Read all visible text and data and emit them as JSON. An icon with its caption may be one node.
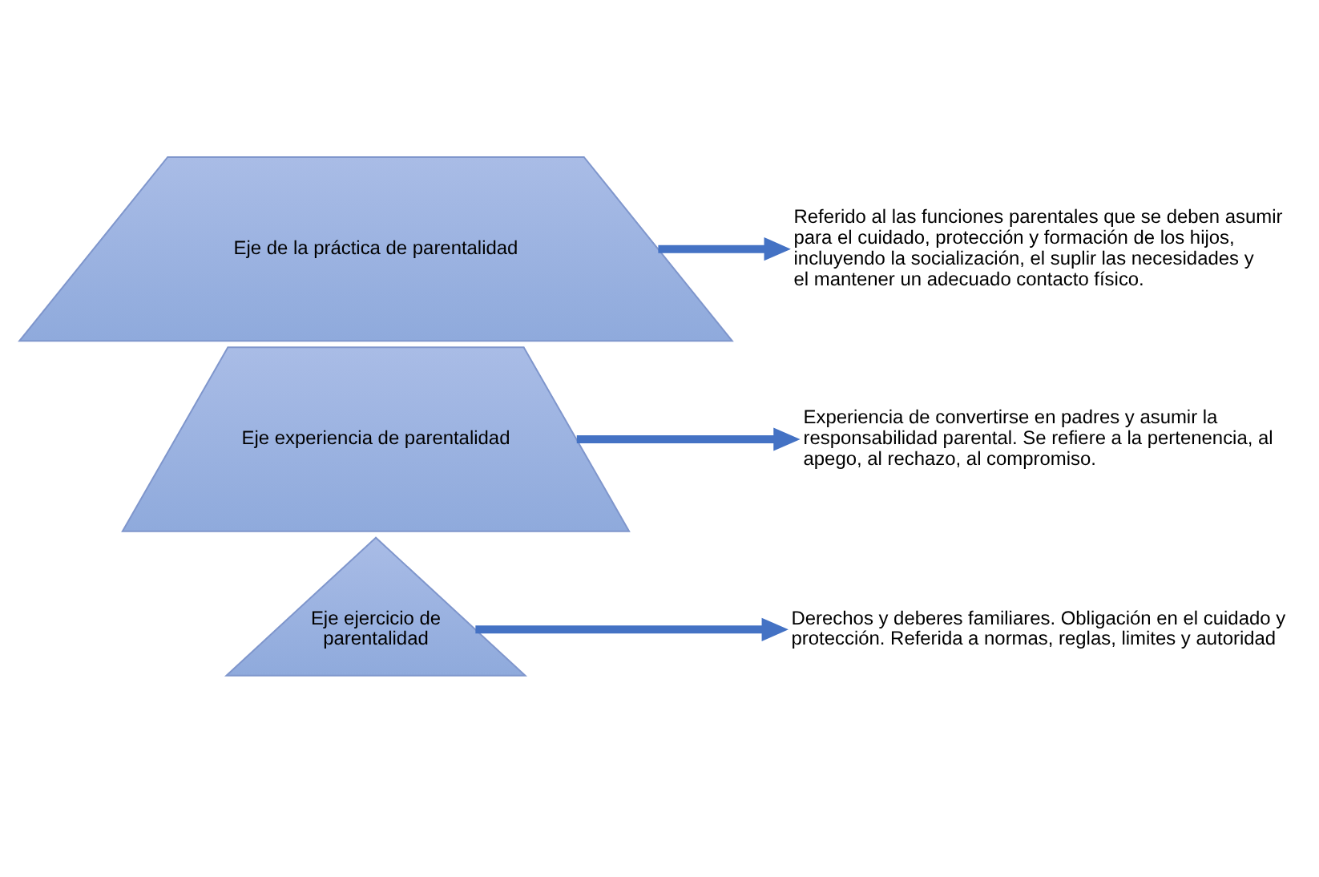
{
  "diagram": {
    "nodes": [
      {
        "text": [
          "Eje ejercicio de parentalidad"
        ]
      },
      {
        "text": [
          "Derechos y deberes familiares. Obligación en el cuidado y protección. Referida a normas, reglas, limites y autoridad"
        ]
      },
      {
        "text": [
          "Eje experiencia de parentalidad"
        ]
      },
      {
        "text": [
          "Experiencia de convertirse en padres y asumir la responsabilidad parental. Se refiere a la pertenencia, al apego, al rechazo, al compromiso."
        ]
      },
      {
        "text": [
          "Eje de la práctica de parentalidad"
        ]
      },
      {
        "text": [
          "Referido al las funciones parentales que se deben asumir para el cuidado, protección y formación de los hijos, incluyendo la socialización, el suplir las necesidades y el mantener un adecuado contacto físico."
        ]
      }
    ],
    "edges": [
      {
        "from": 0,
        "to": 1,
        "arrow": "to"
      },
      {
        "from": 2,
        "to": 3,
        "arrow": "to"
      },
      {
        "from": 4,
        "to": 5,
        "arrow": "to"
      }
    ]
  }
}
